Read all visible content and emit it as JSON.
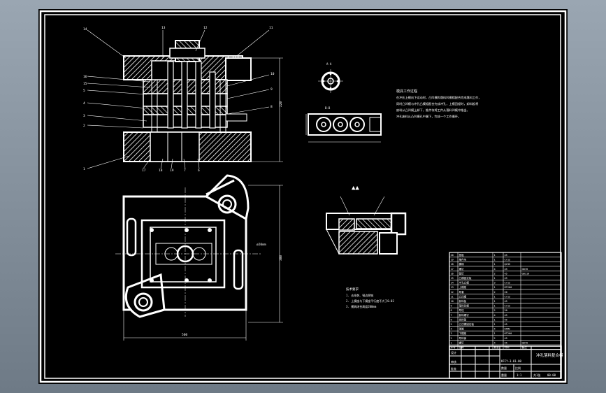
{
  "views": {
    "section_a": "A-A",
    "section_b": "B-B",
    "detail_marker": "▲▲",
    "dim_width": "380",
    "dim_height": "220",
    "dim_length": "560",
    "dim_right": "ø20mm"
  },
  "tech_requirements": {
    "title": "模具工作过程",
    "lines": [
      "在冲压上模向下运动时，凸凹模和落料凹模相配合完成落料工作，",
      "同时凸凹模与冲孔凸模相配合完成冲孔，上模回程时，卸料板将",
      "废料从凸凹模上卸下，推件块将工件从落料凹模中推出，",
      "冲孔废料从凸凹模孔中漏下，完成一个工作循环。"
    ]
  },
  "notes": {
    "title": "技术要求",
    "items": [
      "1. 去毛刺、锐边倒钝",
      "2. 上模座与下模座平行度不大于0.02",
      "3. 模具闭合高度200mm"
    ]
  },
  "bom": {
    "rows": [
      [
        "20",
        "垫板",
        "1",
        "45",
        ""
      ],
      [
        "19",
        "推件块",
        "1",
        "Cr12",
        ""
      ],
      [
        "18",
        "模柄",
        "1",
        "Q235",
        ""
      ],
      [
        "17",
        "螺钉",
        "4",
        "45",
        "GB70"
      ],
      [
        "16",
        "销钉",
        "2",
        "45",
        "GB119"
      ],
      [
        "15",
        "凸模固定板",
        "1",
        "45",
        ""
      ],
      [
        "14",
        "冲孔凸模",
        "3",
        "Cr12",
        ""
      ],
      [
        "13",
        "上模座",
        "1",
        "HT200",
        ""
      ],
      [
        "12",
        "导套",
        "2",
        "20",
        ""
      ],
      [
        "11",
        "凸凹模",
        "1",
        "Cr12",
        ""
      ],
      [
        "10",
        "卸料板",
        "1",
        "45",
        ""
      ],
      [
        "9",
        "落料凹模",
        "1",
        "Cr12",
        ""
      ],
      [
        "8",
        "导柱",
        "2",
        "20",
        ""
      ],
      [
        "7",
        "卸料螺钉",
        "4",
        "45",
        ""
      ],
      [
        "6",
        "挡料销",
        "1",
        "45",
        ""
      ],
      [
        "5",
        "凸凹模固定板",
        "1",
        "45",
        ""
      ],
      [
        "4",
        "弹簧",
        "4",
        "65Mn",
        ""
      ],
      [
        "3",
        "下模座",
        "1",
        "HT200",
        ""
      ],
      [
        "2",
        "导料销",
        "2",
        "45",
        ""
      ],
      [
        "1",
        "螺钉",
        "4",
        "45",
        "GB70"
      ]
    ],
    "header": [
      "序号",
      "名称",
      "数量",
      "材料",
      "备注"
    ]
  },
  "title_block": {
    "drawing_name": "冲孔落料复合模",
    "drawing_no": "KFCY-3-01-00",
    "scale": "1:1",
    "sheet": "共1张",
    "design": "设计",
    "check": "审核",
    "approve": "批准",
    "quantity_label": "数量",
    "weight_label": "重量",
    "scale_label": "比例",
    "mark": "00-00"
  }
}
